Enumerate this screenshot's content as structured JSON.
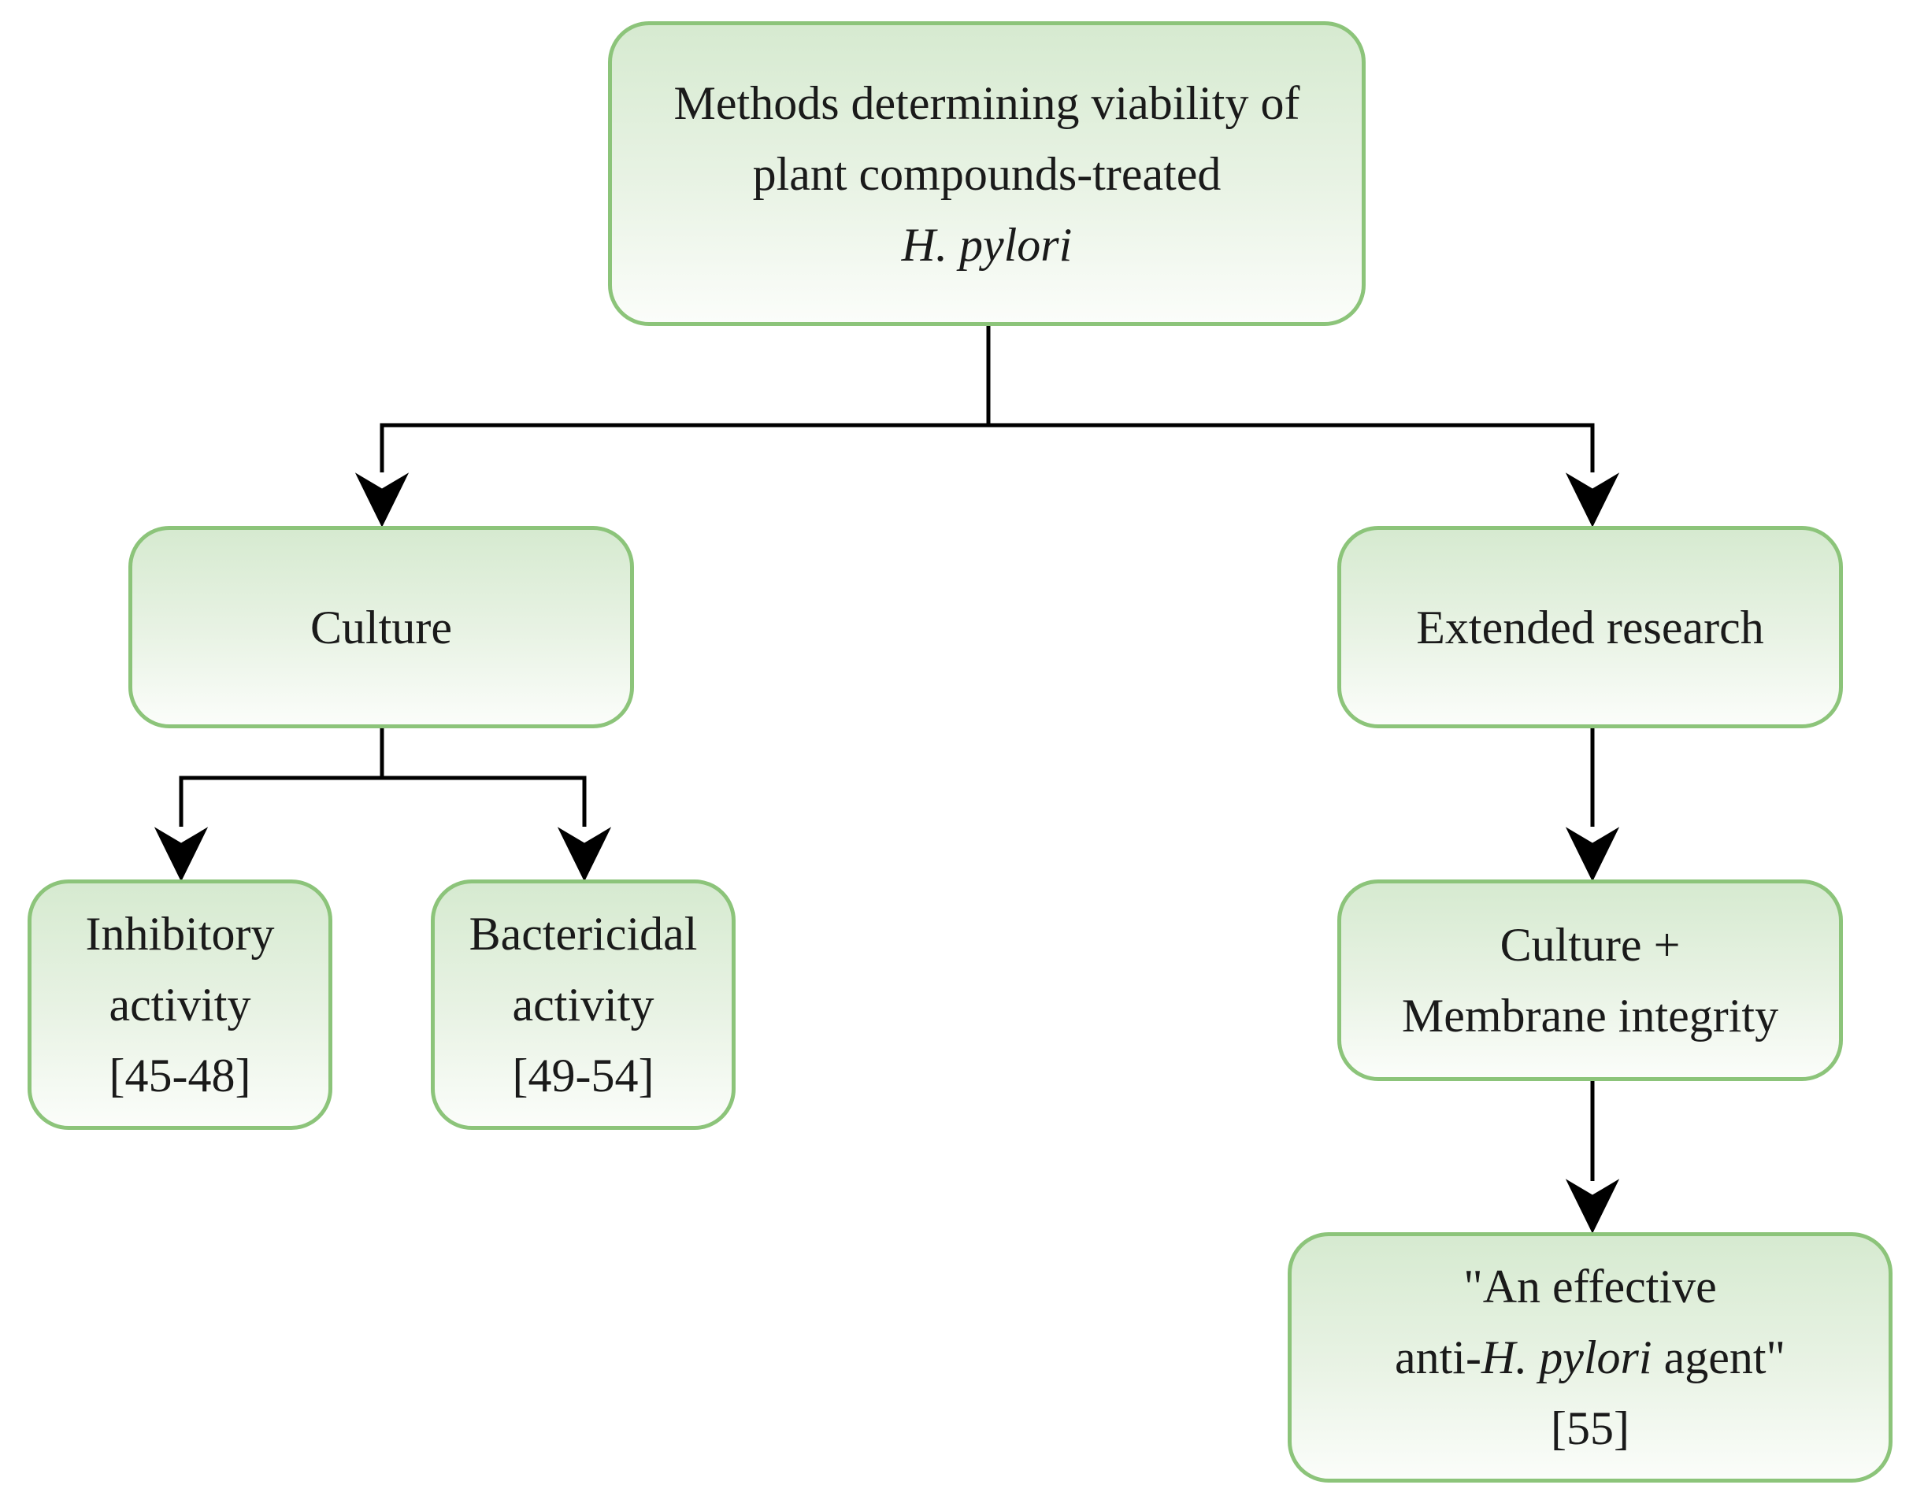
{
  "nodes": {
    "root": {
      "line1": "Methods determining viability of",
      "line2": "plant compounds-treated",
      "line3": "H. pylori"
    },
    "culture": {
      "label": "Culture"
    },
    "extended": {
      "label": "Extended research"
    },
    "inhibitory": {
      "line1": "Inhibitory",
      "line2": "activity",
      "ref": "[45-48]"
    },
    "bactericidal": {
      "line1": "Bactericidal",
      "line2": "activity",
      "ref": "[49-54]"
    },
    "membrane": {
      "line1": "Culture +",
      "line2": "Membrane integrity"
    },
    "agent": {
      "line1": "\"An effective",
      "line2_prefix": "anti-",
      "line2_italic": "H. pylori",
      "line2_suffix": " agent\"",
      "ref": "[55]"
    }
  },
  "colors": {
    "node_border": "#8cc47a",
    "node_fill_top": "#d6ead0",
    "node_fill_bottom": "#fbfdfa",
    "connector": "#000000",
    "text": "#1a1a1a"
  }
}
